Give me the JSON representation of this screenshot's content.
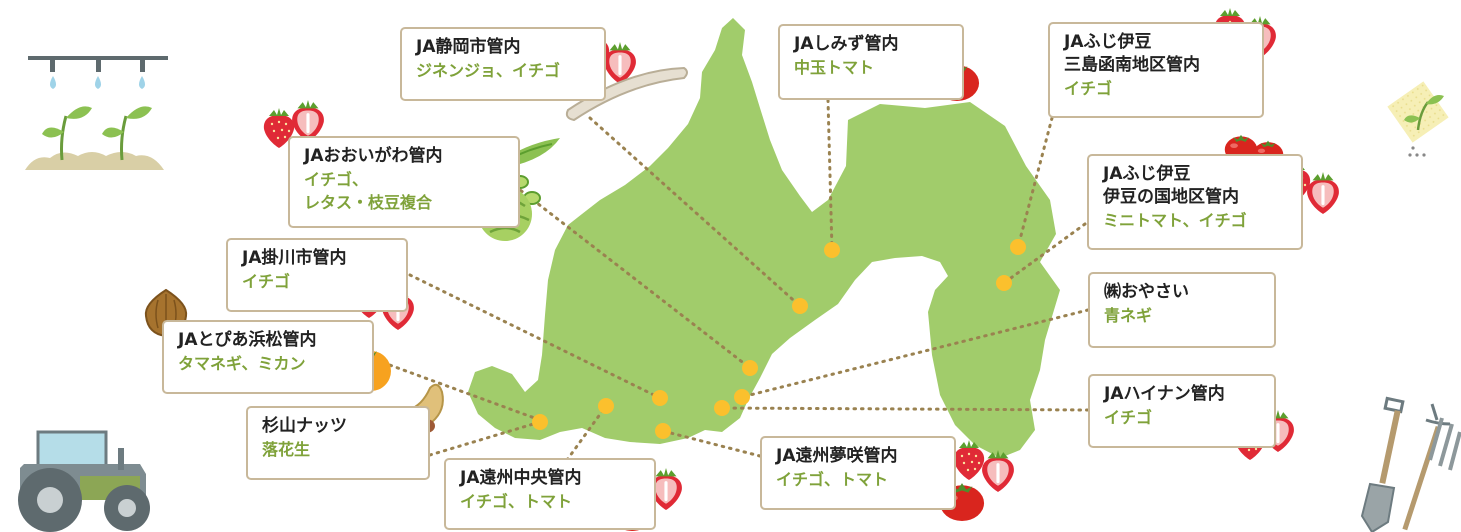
{
  "colors": {
    "map_fill": "#a1cc6b",
    "dot": "#fbc02d",
    "leader": "#9a8250",
    "box_border": "#c8b89a",
    "title_text": "#222222",
    "crop_text": "#7fa23a",
    "strawberry": "#e02a36",
    "tomato": "#d9251e"
  },
  "regions": [
    {
      "id": "shizuoka",
      "title_lines": [
        "JA静岡市管内"
      ],
      "crops": "ジネンジョ、イチゴ",
      "icons": [
        "strawberry-icon",
        "jinenjo-icon"
      ]
    },
    {
      "id": "shimizu",
      "title_lines": [
        "JAしみず管内"
      ],
      "crops": "中玉トマト",
      "icons": [
        "tomato-icon"
      ]
    },
    {
      "id": "fujiizu-mishima",
      "title_lines": [
        "JAふじ伊豆",
        "三島函南地区管内"
      ],
      "crops": "イチゴ",
      "icons": [
        "strawberry-icon"
      ]
    },
    {
      "id": "oigawa",
      "title_lines": [
        "JAおおいがわ管内"
      ],
      "crops": "イチゴ、|レタス・枝豆複合",
      "icons": [
        "strawberry-icon",
        "edamame-icon",
        "lettuce-icon"
      ]
    },
    {
      "id": "fujiizu-izunokuni",
      "title_lines": [
        "JAふじ伊豆",
        "伊豆の国地区管内"
      ],
      "crops": "ミニトマト、イチゴ",
      "icons": [
        "mini-tomato-icon",
        "strawberry-icon"
      ]
    },
    {
      "id": "kakegawa",
      "title_lines": [
        "JA掛川市管内"
      ],
      "crops": "イチゴ",
      "icons": [
        "strawberry-icon"
      ]
    },
    {
      "id": "oyasai",
      "title_lines": [
        "㈱おやさい"
      ],
      "crops": "青ネギ",
      "icons": [
        "green-onion-icon"
      ]
    },
    {
      "id": "topia",
      "title_lines": [
        "JAとぴあ浜松管内"
      ],
      "crops": "タマネギ、ミカン",
      "icons": [
        "onion-icon",
        "mikan-icon"
      ]
    },
    {
      "id": "hainan",
      "title_lines": [
        "JAハイナン管内"
      ],
      "crops": "イチゴ",
      "icons": [
        "strawberry-icon"
      ]
    },
    {
      "id": "sugiyama",
      "title_lines": [
        "杉山ナッツ"
      ],
      "crops": "落花生",
      "icons": [
        "peanut-icon"
      ]
    },
    {
      "id": "yumesaki",
      "title_lines": [
        "JA遠州夢咲管内"
      ],
      "crops": "イチゴ、トマト",
      "icons": [
        "strawberry-icon",
        "tomato-icon"
      ]
    },
    {
      "id": "enshu-chuo",
      "title_lines": [
        "JA遠州中央管内"
      ],
      "crops": "イチゴ、トマト",
      "icons": [
        "strawberry-icon",
        "tomato-icon"
      ]
    }
  ],
  "decorations": [
    "irrigation-sprouts-icon",
    "seed-packet-icon",
    "tractor-icon",
    "shovel-fork-icon"
  ]
}
